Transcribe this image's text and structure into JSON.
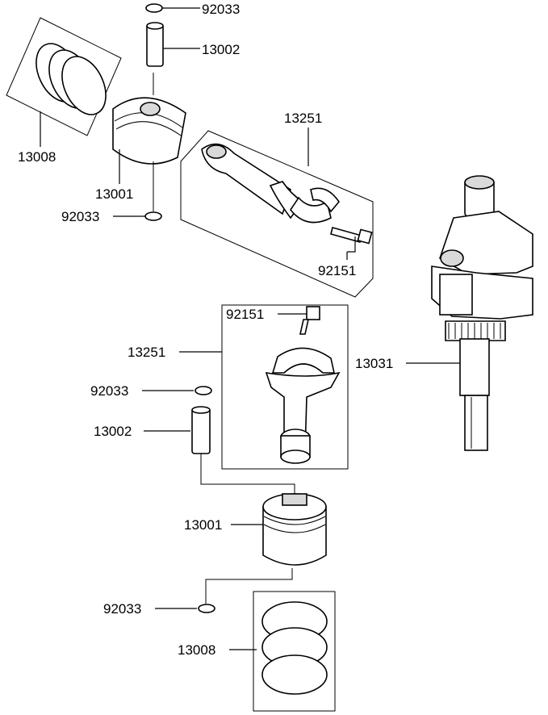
{
  "callouts": {
    "clip_top": "92033",
    "pin_top": "13002",
    "rings_top": "13008",
    "piston_top": "13001",
    "clip_mid": "92033",
    "rod_top": "13251",
    "bolt_top": "92151",
    "bolt_mid": "92151",
    "rod_mid": "13251",
    "crankshaft": "13031",
    "clip_low": "92033",
    "pin_low": "13002",
    "piston_low": "13001",
    "clip_bottom": "92033",
    "rings_bottom": "13008"
  }
}
